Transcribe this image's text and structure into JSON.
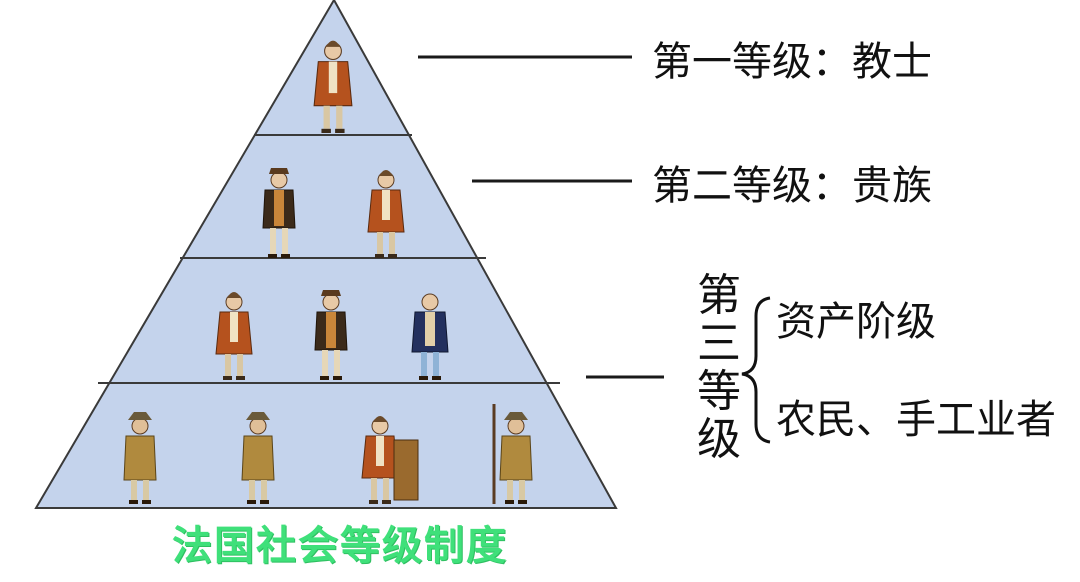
{
  "diagram": {
    "tiers": [
      {
        "id": "tier-1",
        "label": "第一等级：教士",
        "figures": 1
      },
      {
        "id": "tier-2",
        "label": "第二等级：贵族",
        "figures": 2
      },
      {
        "id": "tier-3",
        "label": "第三等级",
        "figures": 7,
        "subgroups": [
          "资产阶级",
          "农民、手工业者"
        ]
      }
    ],
    "third_estate_title_chars": [
      "第",
      "三",
      "等",
      "级"
    ],
    "caption": "法国社会等级制度"
  },
  "colors": {
    "pyramid_fill": "#c4d3ec",
    "pyramid_stroke": "#3a3a3a",
    "caption": "#3fe07a",
    "leader_line": "#1a1a1a"
  }
}
